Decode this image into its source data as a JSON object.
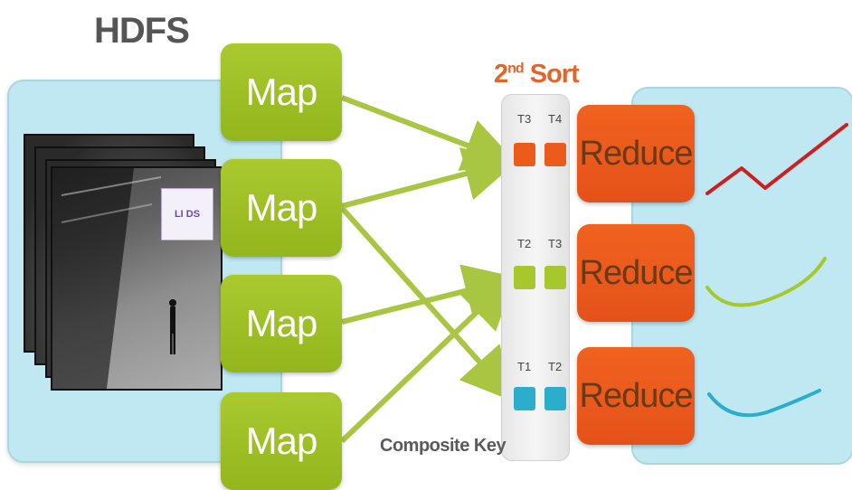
{
  "hdfs": {
    "title": "HDFS"
  },
  "maps": [
    {
      "label": "Map"
    },
    {
      "label": "Map"
    },
    {
      "label": "Map"
    },
    {
      "label": "Map"
    }
  ],
  "sort": {
    "title_main": "2",
    "title_sup": "nd",
    "title_rest": " Sort",
    "composite_key": "Composite Key",
    "rows": [
      {
        "left_label": "T3",
        "right_label": "T4",
        "color": "#ec5a1c"
      },
      {
        "left_label": "T2",
        "right_label": "T3",
        "color": "#a6c82d"
      },
      {
        "left_label": "T1",
        "right_label": "T2",
        "color": "#2aaecb"
      }
    ]
  },
  "reduces": [
    {
      "label": "Reduce",
      "line_color": "#cc1f1f"
    },
    {
      "label": "Reduce",
      "line_color": "#a6c82d"
    },
    {
      "label": "Reduce",
      "line_color": "#2aaecb"
    }
  ],
  "logo": {
    "text": "LI DS"
  },
  "colors": {
    "map_green": "#9bbd22",
    "reduce_orange": "#ec5a1c",
    "panel_blue": "#bfe8f3",
    "sort_orange": "#e0662a"
  }
}
